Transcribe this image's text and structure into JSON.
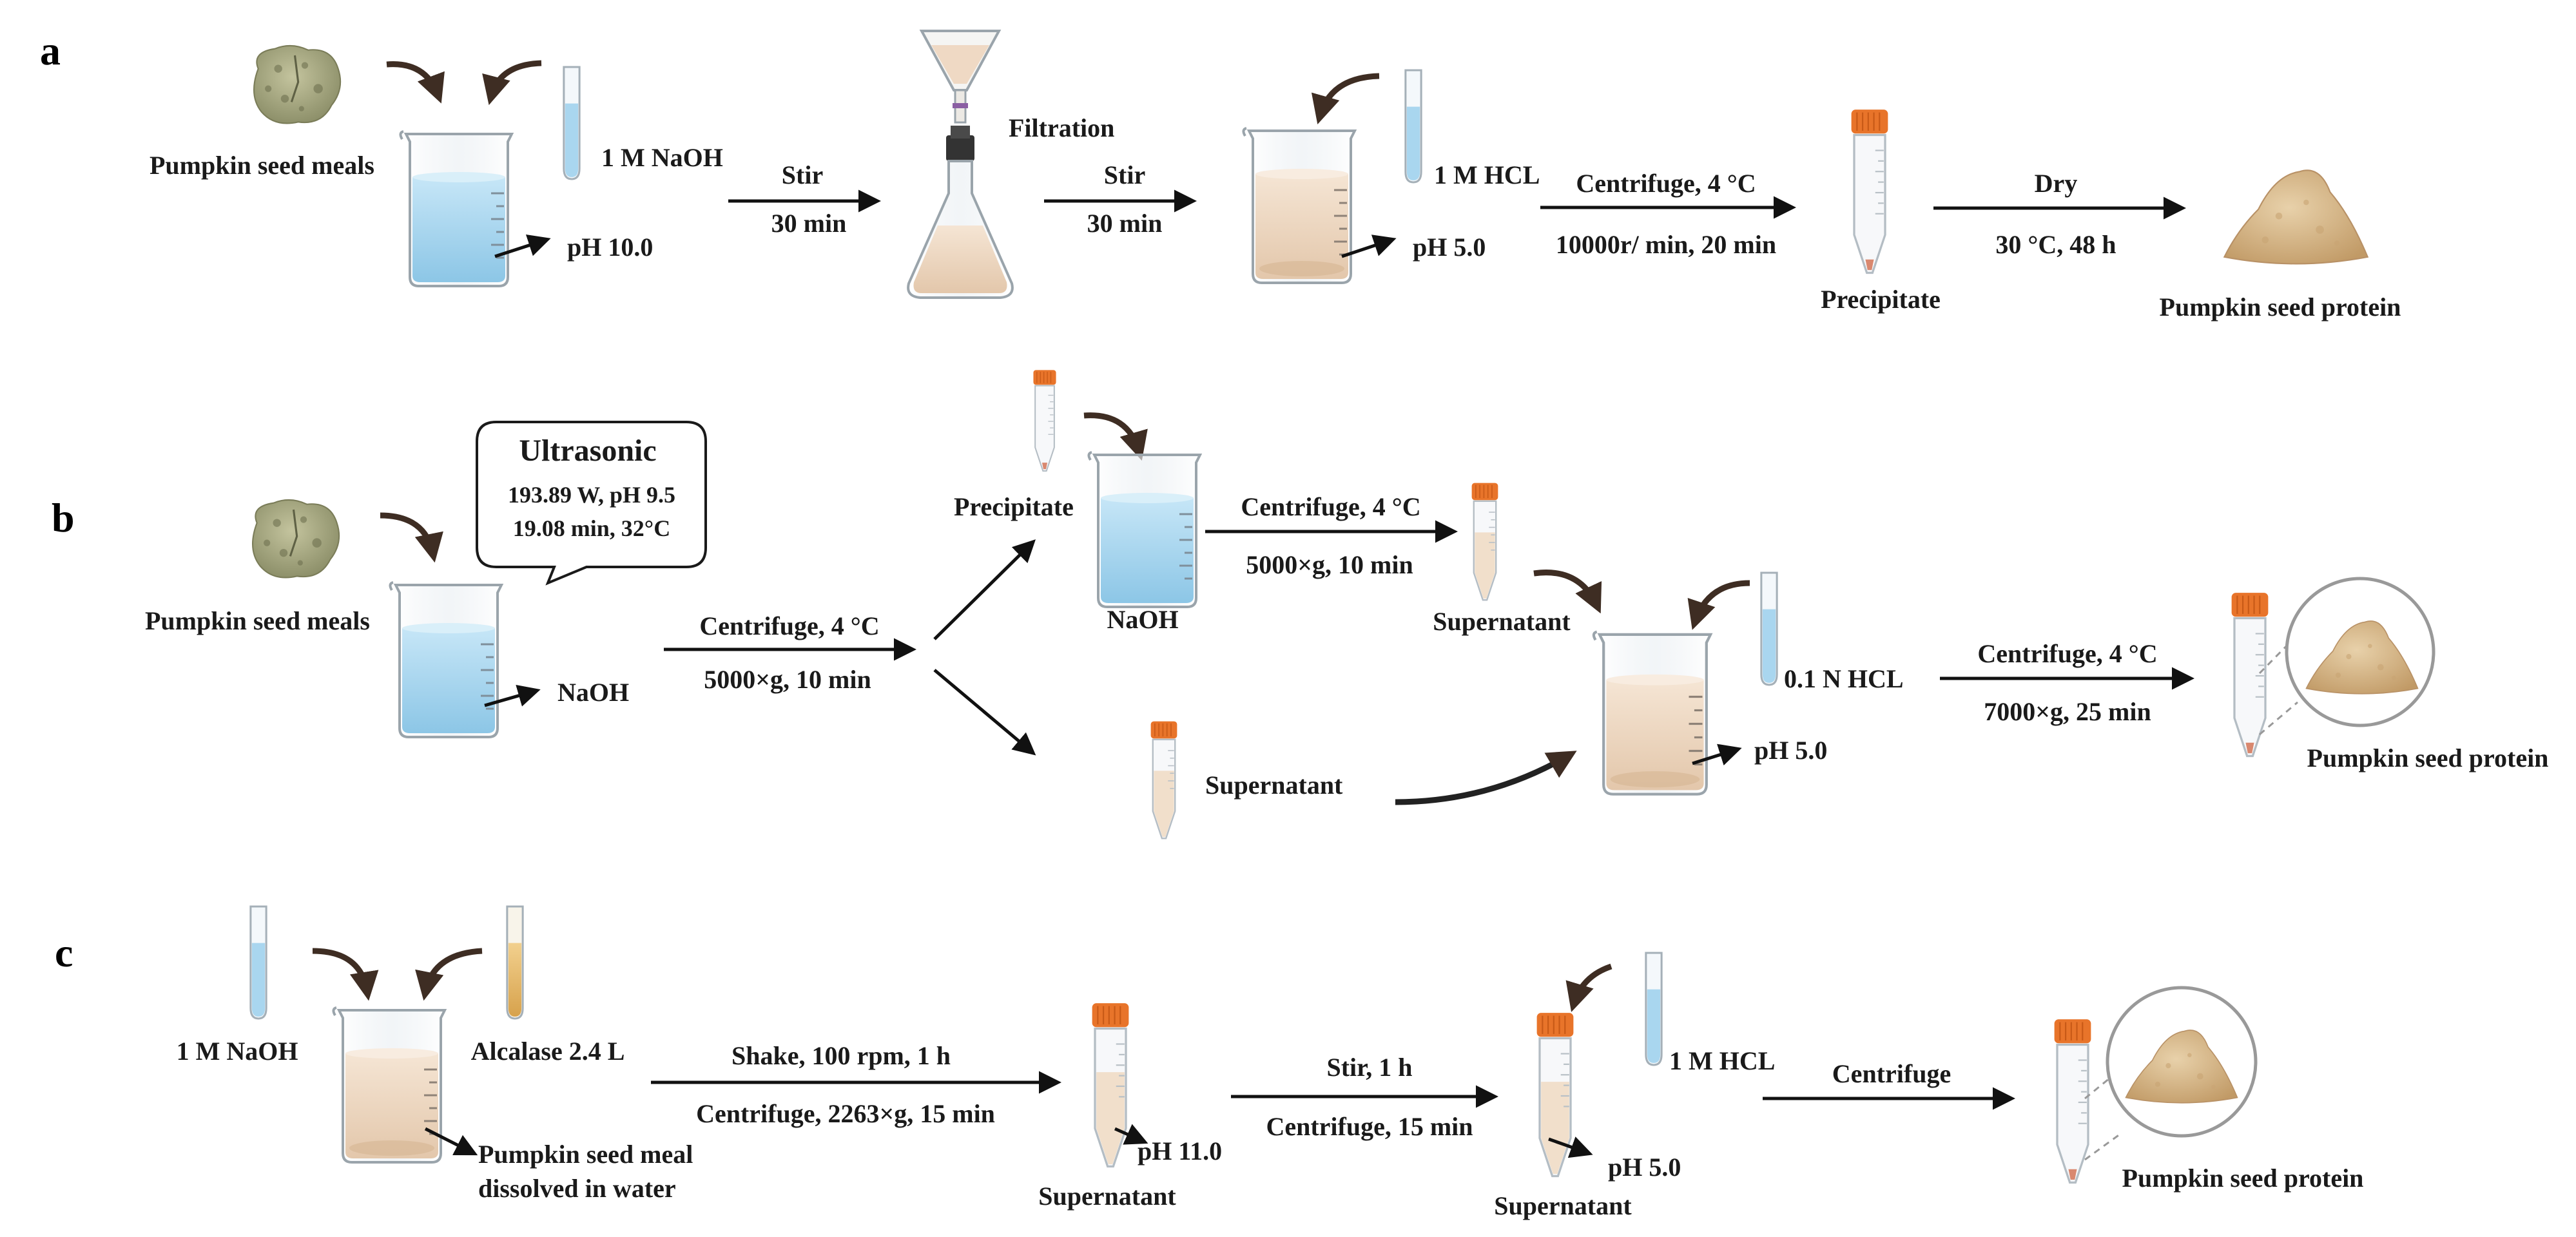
{
  "panels": {
    "a": {
      "letter": "a",
      "pumpkin_seed_meals": "Pumpkin seed meals",
      "naoh": "1 M NaOH",
      "ph_start": "pH 10.0",
      "step1_top": "Stir",
      "step1_bottom": "30 min",
      "filtration": "Filtration",
      "step2_top": "Stir",
      "step2_bottom": "30 min",
      "hcl": "1 M HCL",
      "ph_end": "pH 5.0",
      "step3_top": "Centrifuge, 4 °C",
      "step3_bottom": "10000r/ min, 20 min",
      "precipitate": "Precipitate",
      "step4_top": "Dry",
      "step4_bottom": "30 °C, 48 h",
      "product": "Pumpkin seed protein"
    },
    "b": {
      "letter": "b",
      "ultrasonic_title": "Ultrasonic",
      "ultrasonic_line1": "193.89 W, pH 9.5",
      "ultrasonic_line2": "19.08 min, 32°C",
      "pumpkin_seed_meals": "Pumpkin seed meals",
      "naoh": "NaOH",
      "step1_top": "Centrifuge, 4 °C",
      "step1_bottom": "5000×g, 10 min",
      "precipitate": "Precipitate",
      "naoh_beaker": "NaOH",
      "step2_top": "Centrifuge, 4 °C",
      "step2_bottom": "5000×g, 10 min",
      "supernatant_top": "Supernatant",
      "supernatant_bottom": "Supernatant",
      "hcl": "0.1 N HCL",
      "ph_end": "pH 5.0",
      "step3_top": "Centrifuge, 4 °C",
      "step3_bottom": "7000×g, 25 min",
      "product": "Pumpkin seed protein"
    },
    "c": {
      "letter": "c",
      "naoh": "1 M NaOH",
      "alcalase": "Alcalase 2.4 L",
      "meal_line1": "Pumpkin seed meal",
      "meal_line2": "dissolved in water",
      "step1_top": "Shake, 100 rpm, 1 h",
      "step1_bottom": "Centrifuge, 2263×g, 15 min",
      "ph_mid": "pH 11.0",
      "supernatant1": "Supernatant",
      "step2_top": "Stir,  1 h",
      "step2_bottom": "Centrifuge, 15 min",
      "hcl": "1 M HCL",
      "ph_end": "pH 5.0",
      "supernatant2": "Supernatant",
      "step3_top": "Centrifuge",
      "product": "Pumpkin seed protein"
    }
  },
  "colors": {
    "blue_liquid": "#a9d6ef",
    "beige_liquid": "#efd9c4",
    "amber_liquid": "#e6b96a",
    "tube_cap": "#e8742a",
    "seed_meal": "#a7a784",
    "protein_powder": "#d7b98d",
    "curved_arrow": "#3e2d23"
  }
}
